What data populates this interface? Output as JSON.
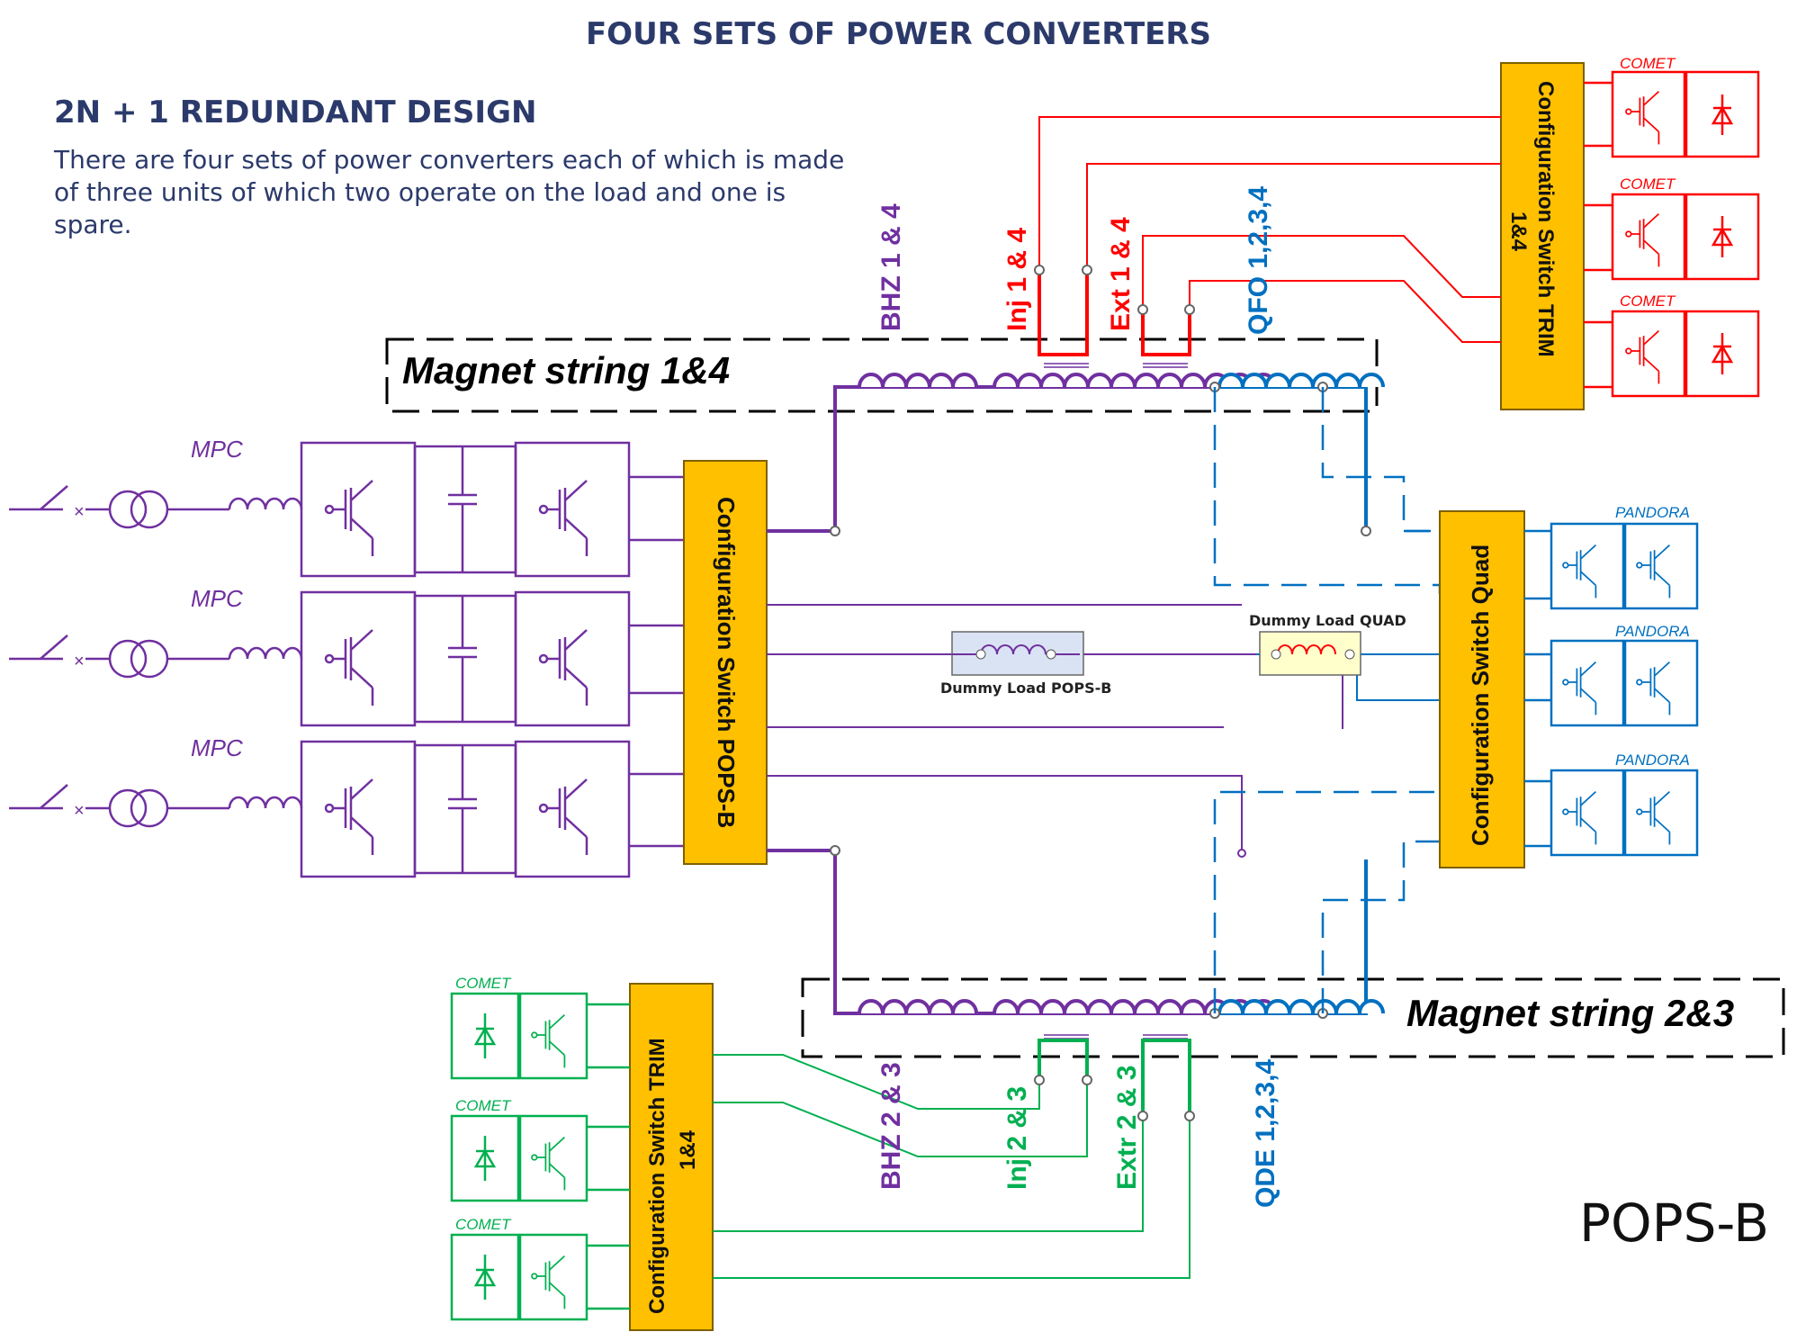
{
  "header": {
    "title": "FOUR SETS OF POWER CONVERTERS",
    "subtitle": "2N + 1 REDUNDANT DESIGN",
    "description": "There are four sets of power converters each of which is made of three units of which two operate on the load and one is spare."
  },
  "magnet_strings": {
    "top": "Magnet string 1&4",
    "bottom": "Magnet string 2&3"
  },
  "switches": {
    "pops": "Configuration Switch POPS-B",
    "trim_top_line1": "Configuration Switch TRIM",
    "trim_top_line2": "1&4",
    "quad": "Configuration Switch Quad",
    "trim_bottom_line1": "Configuration Switch TRIM",
    "trim_bottom_line2": "1&4"
  },
  "mpc_labels": [
    "MPC",
    "MPC",
    "MPC"
  ],
  "comet_top": [
    "COMET",
    "COMET",
    "COMET"
  ],
  "comet_bottom": [
    "COMET",
    "COMET",
    "COMET"
  ],
  "pandora": [
    "PANDORA",
    "PANDORA",
    "PANDORA"
  ],
  "magnet_labels": {
    "bhz14": "BHZ 1 & 4",
    "inj14": "Inj 1 & 4",
    "ext14": "Ext 1 & 4",
    "qfo": "QFO 1,2,3,4",
    "bhz23": "BHZ 2 & 3",
    "inj23": "Inj 2 & 3",
    "extr23": "Extr 2 & 3",
    "qde": "QDE 1,2,3,4"
  },
  "dummy_loads": {
    "pops": "Dummy Load POPS-B",
    "quad": "Dummy Load QUAD"
  },
  "footer_label": "POPS-B",
  "colors": {
    "purple": "#7030a0",
    "red": "#ff0000",
    "blue": "#0070c0",
    "green": "#00b050",
    "switch": "#ffc000",
    "title": "#2b3a6b"
  }
}
